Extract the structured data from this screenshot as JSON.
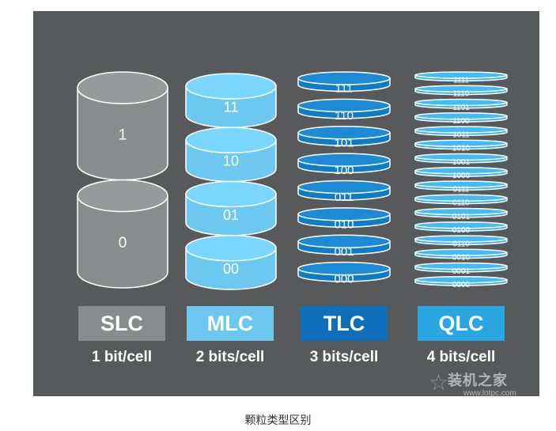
{
  "columns": [
    {
      "type": "SLC",
      "bits_label": "1 bit/cell",
      "states": [
        "1",
        "0"
      ],
      "fill_color": "#8a8b8d",
      "label_box_color": "#8a8b8d"
    },
    {
      "type": "MLC",
      "bits_label": "2 bits/cell",
      "states": [
        "11",
        "10",
        "01",
        "00"
      ],
      "fill_color": "#6cc8ee",
      "label_box_color": "#6cc8ee"
    },
    {
      "type": "TLC",
      "bits_label": "3 bits/cell",
      "states": [
        "111",
        "110",
        "101",
        "100",
        "011",
        "010",
        "001",
        "000"
      ],
      "fill_color": "#0f7cc7",
      "label_box_color": "#0f6fba"
    },
    {
      "type": "QLC",
      "bits_label": "4 bits/cell",
      "states": [
        "1111",
        "1110",
        "1101",
        "1100",
        "1011",
        "1010",
        "1001",
        "1000",
        "0111",
        "0110",
        "0101",
        "0100",
        "0110",
        "0010",
        "0001",
        "0000"
      ],
      "fill_color": "#33aee8",
      "label_box_color": "#2aa6e2"
    }
  ],
  "watermark": {
    "title": "装机之家",
    "url": "www.lotpc.com"
  },
  "caption": "颗粒类型区别"
}
